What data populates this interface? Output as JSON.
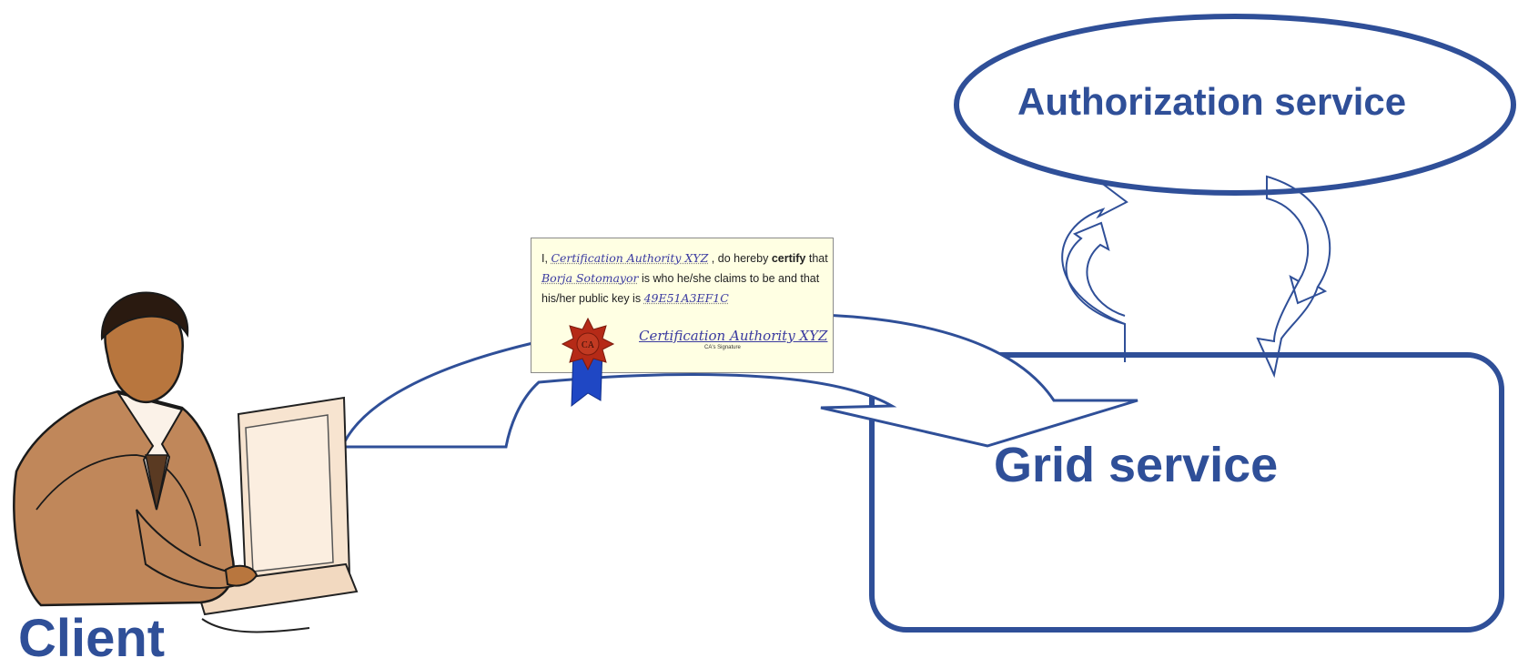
{
  "authorization_service": {
    "label": "Authorization service"
  },
  "grid_service": {
    "label": "Grid service"
  },
  "client": {
    "label": "Client"
  },
  "certificate": {
    "line1_prefix": "I,",
    "authority_name": "Certification Authority XYZ",
    "line1_suffix": ", do hereby",
    "certify_word": "certify",
    "line1_end": "that",
    "subject_name": "Borja Sotomayor",
    "line2_suffix": "is who he/she claims to be and that",
    "line3_prefix": "his/her public key is",
    "public_key": "49E51A3EF1C",
    "signature": "Certification Authority XYZ",
    "signature_caption": "CA's Signature",
    "seal_text": "CA"
  },
  "colors": {
    "accent": "#2f4f98",
    "certificate_bg": "#ffffe3",
    "seal_red": "#b52a17",
    "ribbon_blue": "#1f47c4",
    "skin": "#b8763e"
  }
}
